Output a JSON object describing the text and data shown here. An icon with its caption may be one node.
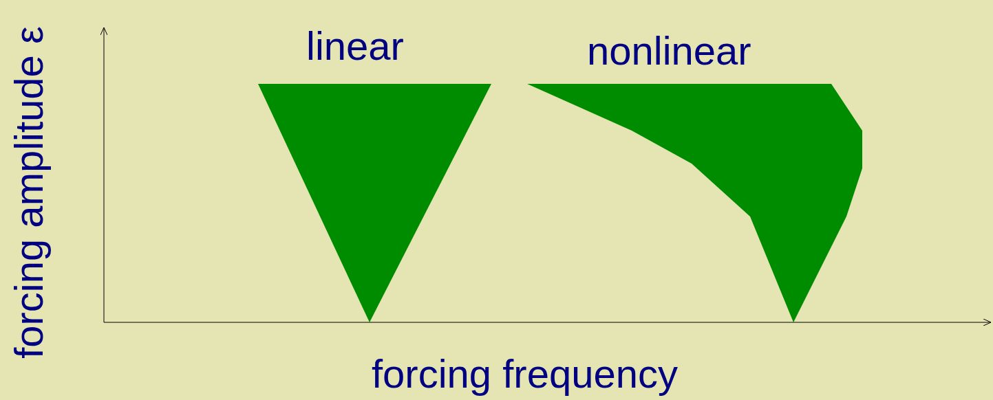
{
  "diagram": {
    "labels": [
      "linear",
      "nonlinear",
      "forcing amplitude ε",
      "forcing frequency"
    ]
  }
}
